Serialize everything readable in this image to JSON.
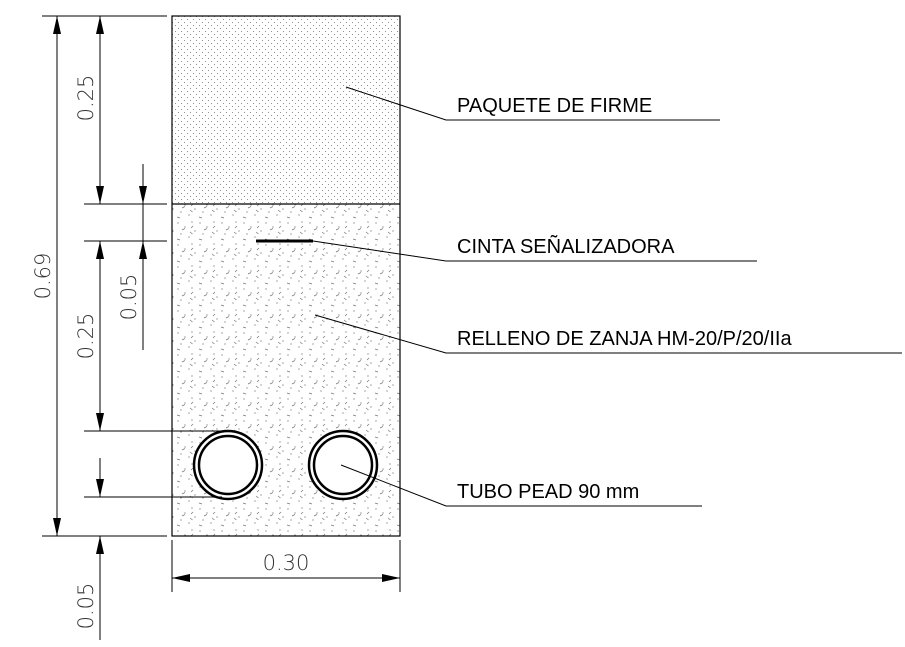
{
  "labels": {
    "paquete": "PAQUETE DE FIRME",
    "cinta": "CINTA SEÑALIZADORA",
    "relleno": "RELLENO DE ZANJA HM-20/P/20/IIa",
    "tubo": "TUBO PEAD 90 mm"
  },
  "dimensions": {
    "total_height": "0.69",
    "firme_height": "0.25",
    "fill_height": "0.25",
    "cinta_offset": "0.05",
    "bottom_cover": "0.05",
    "width": "0.30"
  }
}
